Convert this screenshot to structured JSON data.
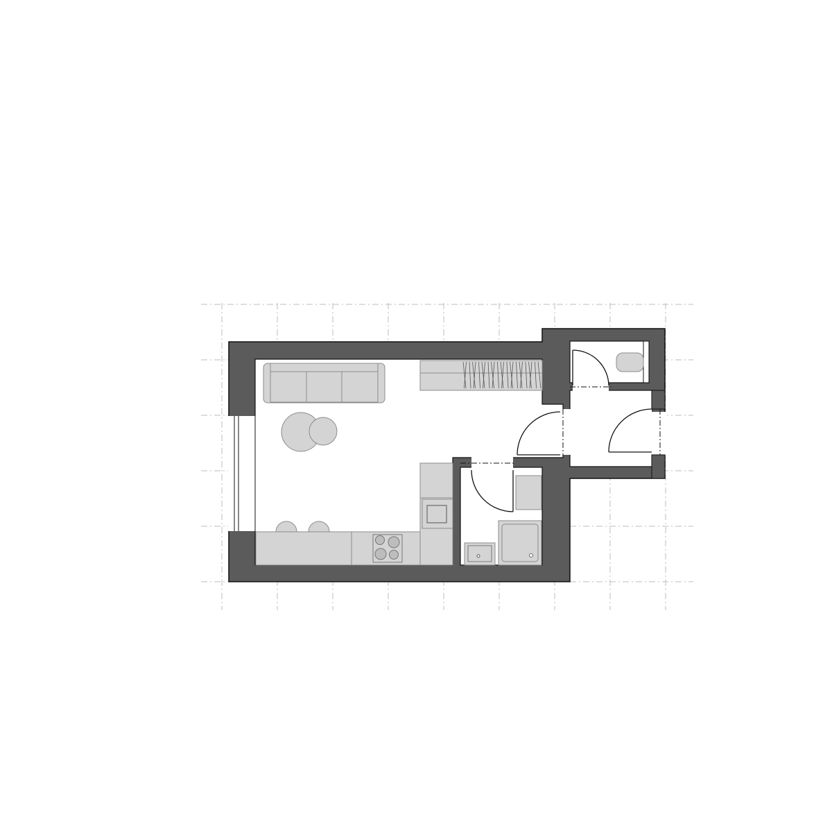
{
  "colors": {
    "background": "#ffffff",
    "wall": "#5b5b5b",
    "wall_outline": "#111111",
    "furniture": "#d4d4d4",
    "furniture_outline": "#8c8c8c",
    "grid": "#bdbdbd",
    "floor": "#ffffff"
  },
  "plan": {
    "rooms": [
      "living-kitchen",
      "bathroom",
      "hallway",
      "toilet"
    ],
    "furniture": [
      "sofa",
      "coffee-table-large",
      "coffee-table-small",
      "wardrobe",
      "kitchen-counter",
      "cooktop",
      "oven",
      "bar-stool",
      "bar-stool",
      "washbasin",
      "shower-tray",
      "washing-machine",
      "toilet-bowl"
    ],
    "doors": [
      "entrance-door",
      "hallway-door",
      "bathroom-door",
      "toilet-door"
    ],
    "windows": [
      "window"
    ]
  }
}
